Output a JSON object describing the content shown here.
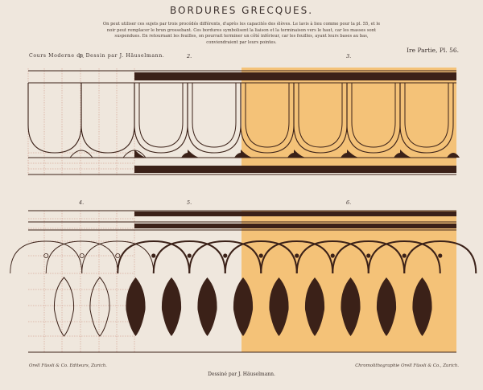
{
  "title": "BORDURES GRECQUES.",
  "intro_lines": [
    "On peut utiliser ces sujets par trois procédés différents, d'après les capacités des élèves. Le lavis à lieu comme pour la pl. 55, et le",
    "noir peut remplacer le brun grossebant. Ces bordures symbolisent la liaison et la terminaison vers le haut, car les masses sont",
    "suspendues. En retournant les feuilles, on pourrait terminer un côté inférieur, car les feuilles, ayant leurs bases au bas,",
    "conviendraient par leurs pointes."
  ],
  "course": "Cours Moderne de Dessin par J. Häuselmann.",
  "part": "Ire Partie, Pl. 56.",
  "figures": [
    "1.",
    "2.",
    "3.",
    "4.",
    "5.",
    "6."
  ],
  "footer": {
    "left": "Orell Füssli & Co. Editeurs, Zurich.",
    "center": "Dessiné par J. Häuselmann.",
    "right": "Chromolithographie Orell Füssli & Co., Zurich."
  },
  "colors": {
    "paper": "#efe7dd",
    "brown": "#3b2118",
    "orange": "#f4c278",
    "guide": "#c98a7a"
  }
}
